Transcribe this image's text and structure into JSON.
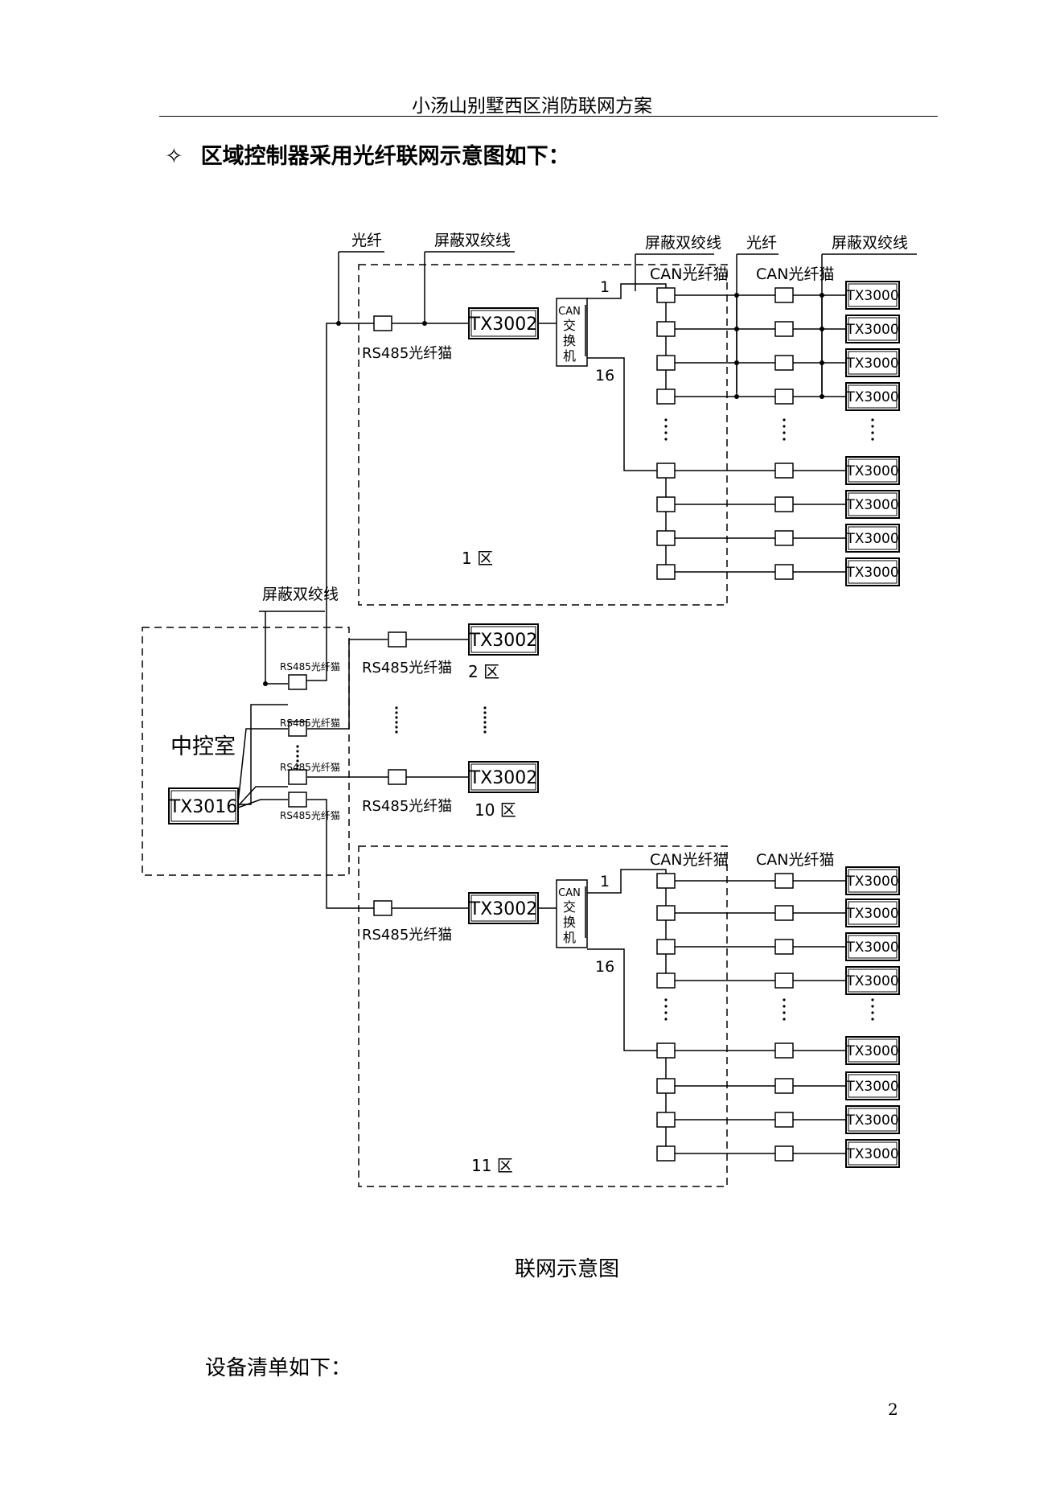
{
  "header": {
    "title": "小汤山别墅西区消防联网方案"
  },
  "section": {
    "bullet": "✧",
    "heading": "区域控制器采用光纤联网示意图如下："
  },
  "diagram": {
    "labels": {
      "fiber": "光纤",
      "shielded_twisted_pair": "屏蔽双绞线",
      "rs485_fiber_modem": "RS485光纤猫",
      "can_fiber_modem": "CAN光纤猫",
      "can_switch": [
        "CAN",
        "交",
        "换",
        "机"
      ],
      "port_first": "1",
      "port_last": "16",
      "control_room": "中控室"
    },
    "devices": {
      "central": "TX3016",
      "zone_controller": "TX3002",
      "terminal": "TX3000"
    },
    "zones": [
      "1 区",
      "2 区",
      "10 区",
      "11 区"
    ]
  },
  "caption": "联网示意图",
  "body_text": "设备清单如下：",
  "page_number": "2"
}
